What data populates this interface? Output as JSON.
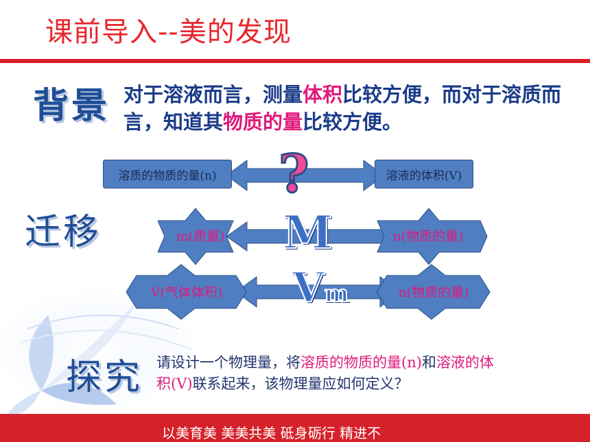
{
  "slide": {
    "title": "课前导入--美的发现",
    "background_label": "背景",
    "background_text": {
      "part1": "对于溶液而言，测量",
      "hl1": "体积",
      "part2": "比较方便，而对于溶质而言，知道其",
      "hl2": "物质的量",
      "part3": "比较方便。"
    },
    "row1": {
      "left": "溶质的物质的量(n)",
      "center_symbol": "?",
      "right": "溶液的体积(V)"
    },
    "migrate_label": "迁移",
    "row2": {
      "left": "m(质量)",
      "center_symbol": "M",
      "right": "n(物质的量)"
    },
    "row3": {
      "left": "V(气体体积)",
      "center_symbol_main": "V",
      "center_symbol_sub": "m",
      "right": "n(物质的量)"
    },
    "explore_label": "探究",
    "explore_text": {
      "part1": "请设计一个物理量，将",
      "hl1": "溶质的物质的量(n)",
      "part2": "和",
      "hl2": "溶液的体积(V)",
      "part3": "联系起来，该物理量应如何定义？"
    },
    "footer_motto": "以美育美   美美共美   砥身砺行  精进不"
  },
  "colors": {
    "accent_red": "#d92027",
    "highlight_pink": "#e0197c",
    "shape_blue": "#4f7fc2",
    "title_blue": "#1f4e96"
  }
}
